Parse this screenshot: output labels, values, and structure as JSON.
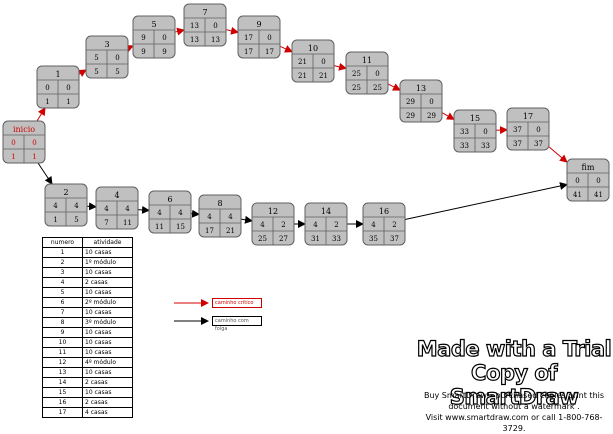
{
  "colors": {
    "critical": "#d00000",
    "normal": "#000000",
    "node_fill": "#c0c0c0",
    "node_border": "#606060"
  },
  "nodes": [
    {
      "id": "inicio",
      "label": "inicio",
      "v": [
        "0",
        "0",
        "1",
        "1"
      ],
      "critical": true
    },
    {
      "id": "n1",
      "label": "1",
      "v": [
        "0",
        "0",
        "1",
        "1"
      ],
      "critical": true
    },
    {
      "id": "n3",
      "label": "3",
      "v": [
        "5",
        "0",
        "5",
        "5"
      ],
      "critical": true
    },
    {
      "id": "n5",
      "label": "5",
      "v": [
        "9",
        "0",
        "9",
        "9"
      ],
      "critical": true
    },
    {
      "id": "n7",
      "label": "7",
      "v": [
        "13",
        "0",
        "13",
        "13"
      ],
      "critical": true
    },
    {
      "id": "n9",
      "label": "9",
      "v": [
        "17",
        "0",
        "17",
        "17"
      ],
      "critical": true
    },
    {
      "id": "n10",
      "label": "10",
      "v": [
        "21",
        "0",
        "21",
        "21"
      ],
      "critical": true
    },
    {
      "id": "n11",
      "label": "11",
      "v": [
        "25",
        "0",
        "25",
        "25"
      ],
      "critical": true
    },
    {
      "id": "n13",
      "label": "13",
      "v": [
        "29",
        "0",
        "29",
        "29"
      ],
      "critical": true
    },
    {
      "id": "n15",
      "label": "15",
      "v": [
        "33",
        "0",
        "33",
        "33"
      ],
      "critical": true
    },
    {
      "id": "n17",
      "label": "17",
      "v": [
        "37",
        "0",
        "37",
        "37"
      ],
      "critical": true
    },
    {
      "id": "fim",
      "label": "fim",
      "v": [
        "0",
        "0",
        "41",
        "41"
      ],
      "critical": false
    },
    {
      "id": "n2",
      "label": "2",
      "v": [
        "4",
        "4",
        "1",
        "5"
      ],
      "critical": false
    },
    {
      "id": "n4",
      "label": "4",
      "v": [
        "4",
        "4",
        "7",
        "11"
      ],
      "critical": false
    },
    {
      "id": "n6",
      "label": "6",
      "v": [
        "4",
        "4",
        "11",
        "15"
      ],
      "critical": false
    },
    {
      "id": "n8",
      "label": "8",
      "v": [
        "4",
        "4",
        "17",
        "21"
      ],
      "critical": false
    },
    {
      "id": "n12",
      "label": "12",
      "v": [
        "4",
        "2",
        "25",
        "27"
      ],
      "critical": false
    },
    {
      "id": "n14",
      "label": "14",
      "v": [
        "4",
        "2",
        "31",
        "33"
      ],
      "critical": false
    },
    {
      "id": "n16",
      "label": "16",
      "v": [
        "4",
        "2",
        "35",
        "37"
      ],
      "critical": false
    }
  ],
  "table": {
    "headers": [
      "numero",
      "atividade"
    ],
    "rows": [
      [
        "1",
        "10 casas"
      ],
      [
        "2",
        "1º módulo"
      ],
      [
        "3",
        "10 casas"
      ],
      [
        "4",
        "2 casas"
      ],
      [
        "5",
        "10 casas"
      ],
      [
        "6",
        "2º módulo"
      ],
      [
        "7",
        "10 casas"
      ],
      [
        "8",
        "3º módulo"
      ],
      [
        "9",
        "10 casas"
      ],
      [
        "10",
        "10 casas"
      ],
      [
        "11",
        "10 casas"
      ],
      [
        "12",
        "4º módulo"
      ],
      [
        "13",
        "10 casas"
      ],
      [
        "14",
        "2 casas"
      ],
      [
        "15",
        "10 casas"
      ],
      [
        "16",
        "2 casas"
      ],
      [
        "17",
        "4 casas"
      ]
    ]
  },
  "legend": {
    "critical_label": "caminho critico",
    "free_label": "caminho com folga"
  },
  "watermark": {
    "line1": "Made with a Trial",
    "line2": "Copy of SmartDraw",
    "text1": "Buy SmartDraw!- purchased copies print this",
    "text2": "document without a watermark .",
    "text3": "Visit www.smartdraw.com or call 1-800-768-3729."
  }
}
